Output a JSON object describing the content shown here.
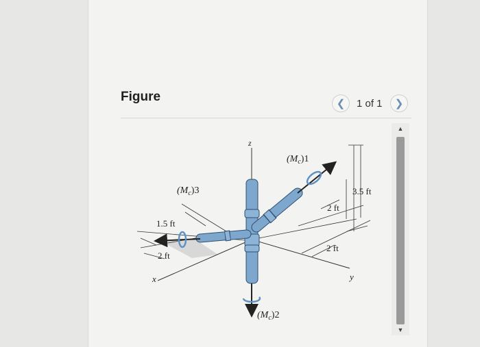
{
  "figure": {
    "title": "Figure",
    "page_count": "1 of 1",
    "prev_icon": "chevron-left-icon",
    "next_icon": "chevron-right-icon"
  },
  "diagram": {
    "axis_z": "z",
    "axis_y": "y",
    "axis_x": "x",
    "moment_1": "(M",
    "moment_1_sub": "c",
    "moment_1_tail": ")1",
    "moment_2": "(M",
    "moment_2_sub": "c",
    "moment_2_tail": ")2",
    "moment_3": "(M",
    "moment_3_sub": "c",
    "moment_3_tail": ")3",
    "dim_height": "3.5 ft",
    "dim_2ft_a": "2 ft",
    "dim_2ft_b": "2 ft",
    "dim_2ft_c": "2 ft",
    "dim_1_5ft": "1.5 ft",
    "pipe_color": "#7ea7cd",
    "arrow_color": "#2a2a2a"
  }
}
